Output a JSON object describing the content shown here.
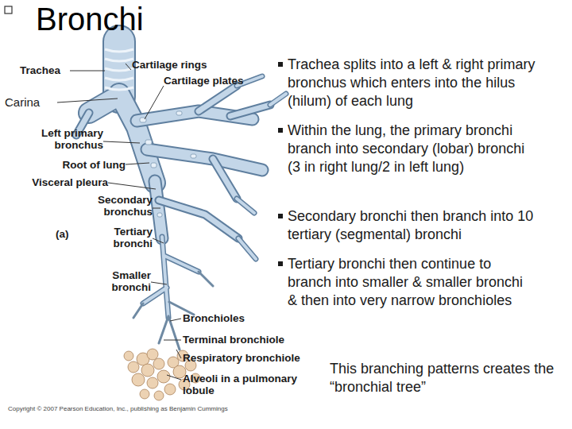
{
  "diagram": {
    "title": "Bronchi",
    "labels": [
      "Trachea",
      "Cartilage rings",
      "Cartilage plates",
      "Carina",
      "Left primary bronchus",
      "Root of lung",
      "Visceral pleura",
      "Secondary bronchus",
      "(a)",
      "Tertiary bronchi",
      "Smaller bronchi",
      "Bronchioles",
      "Terminal bronchiole",
      "Respiratory bronchiole",
      "Alveoli in a pulmonary lobule",
      "Trachea splits into a left & right primary bronchus which enters into the hilus (hilum) of each lung",
      "Within the lung, the primary bronchi branch into secondary (lobar) bronchi (3 in right lung/2 in left lung)",
      "Secondary bronchi then branch into 10 tertiary (segmental) bronchi",
      "Tertiary bronchi then continue to branch into smaller & smaller bronchi & then into very narrow bronchioles",
      "This branching patterns creates the “bronchial tree”",
      "Copyright © 2007 Pearson Education, Inc., publishing as Benjamin Cummings"
    ]
  }
}
